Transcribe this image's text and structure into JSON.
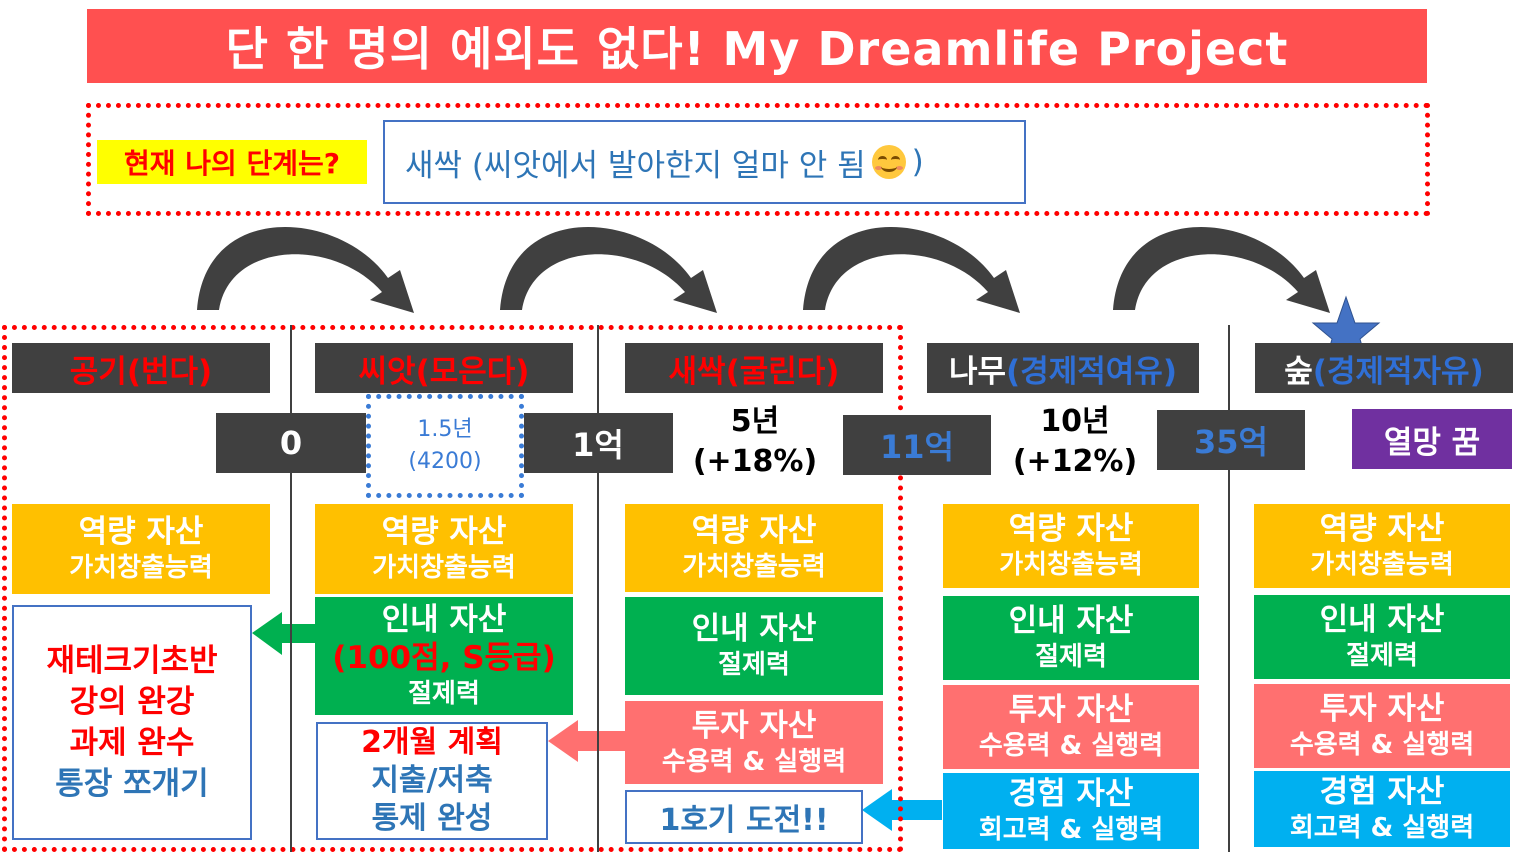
{
  "title": "단 한 명의 예외도 없다! My Dreamlife Project",
  "current_stage": {
    "question": "현재 나의 단계는?",
    "answer": "새싹 (씨앗에서 발아한지 얼마 안 됨",
    "answer_close": ")"
  },
  "stages": [
    {
      "name": "공기(번다)",
      "prefix": "",
      "highlight": ""
    },
    {
      "name": "씨앗(모은다)",
      "prefix": "",
      "highlight": ""
    },
    {
      "name": "새싹(굴린다)",
      "prefix": "",
      "highlight": ""
    },
    {
      "name": "",
      "prefix": "나무",
      "highlight": "(경제적여유)"
    },
    {
      "name": "",
      "prefix": "숲",
      "highlight": "(경제적자유)"
    }
  ],
  "amounts": [
    "0",
    "1억",
    "11억",
    "35억"
  ],
  "transition_1": {
    "line1": "1.5년",
    "line2": "(4200)"
  },
  "transition_2": {
    "line1": "5년",
    "line2": "(+18%)"
  },
  "transition_3": {
    "line1": "10년",
    "line2": "(+12%)"
  },
  "dream": "열망 꿈",
  "assets": {
    "competency": {
      "title": "역량 자산",
      "sub": "가치창출능력"
    },
    "patience": {
      "title": "인내 자산",
      "score": "(100점, S등급)",
      "sub": "절제력"
    },
    "investment": {
      "title": "투자 자산",
      "sub": "수용력 & 실행력"
    },
    "experience": {
      "title": "경험 자산",
      "sub": "회고력 & 실행력"
    }
  },
  "notes": {
    "air": [
      "재테크기초반",
      "강의 완강",
      "과제 완수",
      "통장 쪼개기"
    ],
    "seed": [
      "2개월 계획",
      "지출/저축",
      "통제 완성"
    ],
    "sprout": "1호기 도전!!"
  },
  "colors": {
    "title_bg": "#ff5050",
    "stage_bg": "#404040",
    "competency": "#ffc000",
    "patience": "#00b050",
    "investment": "#ff7070",
    "experience": "#00b0f0",
    "dream": "#7030a0",
    "accent_red": "#ff0000",
    "accent_blue": "#2e75b6"
  },
  "icons": [
    "curved-arrow-icon",
    "star-icon",
    "left-arrow-icon",
    "smile-emoji-icon"
  ]
}
